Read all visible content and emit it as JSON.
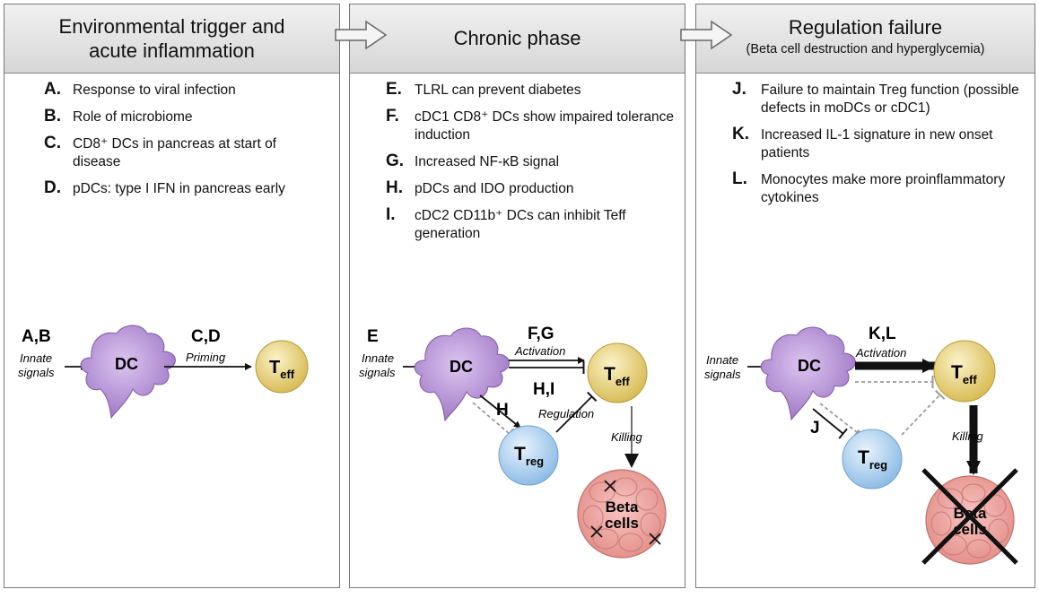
{
  "panels": [
    {
      "title_line1": "Environmental trigger and",
      "title_line2": "acute inflammation",
      "items": [
        {
          "letter": "A.",
          "text": "Response to viral infection"
        },
        {
          "letter": "B.",
          "text": "Role of microbiome"
        },
        {
          "letter": "C.",
          "text": "CD8⁺ DCs in pancreas at start of disease"
        },
        {
          "letter": "D.",
          "text": "pDCs: type I IFN in pancreas early"
        }
      ]
    },
    {
      "title_line1": "Chronic phase",
      "items": [
        {
          "letter": "E.",
          "text": "TLRL can prevent diabetes"
        },
        {
          "letter": "F.",
          "text": "cDC1 CD8⁺ DCs show impaired tolerance induction"
        },
        {
          "letter": "G.",
          "text": "Increased NF-κB signal"
        },
        {
          "letter": "H.",
          "text": "pDCs and IDO production"
        },
        {
          "letter": "I.",
          "text": "cDC2 CD11b⁺ DCs can inhibit Teff generation"
        }
      ]
    },
    {
      "title_line1": "Regulation failure",
      "subtitle": "(Beta cell destruction and hyperglycemia)",
      "items": [
        {
          "letter": "J.",
          "text": "Failure to maintain Treg function (possible defects in moDCs or cDC1)"
        },
        {
          "letter": "K.",
          "text": "Increased IL-1 signature in new onset patients"
        },
        {
          "letter": "L.",
          "text": "Monocytes make more proinflammatory cytokines"
        }
      ]
    }
  ],
  "diagram": {
    "dc": "DC",
    "t_main": "T",
    "t_eff_sub": "eff",
    "t_reg_sub": "reg",
    "innate_line1": "Innate",
    "innate_line2": "signals",
    "priming": "Priming",
    "activation": "Activation",
    "regulation": "Regulation",
    "killing": "Killing",
    "beta_line1": "Beta",
    "beta_line2": "cells",
    "p1_left_label": "A,B",
    "p1_right_label": "C,D",
    "p2_left_label": "E",
    "p2_top_label": "F,G",
    "p2_mid_label": "H,I",
    "p2_h_label": "H",
    "p3_top_label": "K,L",
    "p3_j_label": "J"
  },
  "colors": {
    "dc_fill": "#b68fd6",
    "teff_fill": "#e3cc72",
    "treg_fill": "#a9cdee",
    "beta_fill": "#f0a8a4"
  }
}
